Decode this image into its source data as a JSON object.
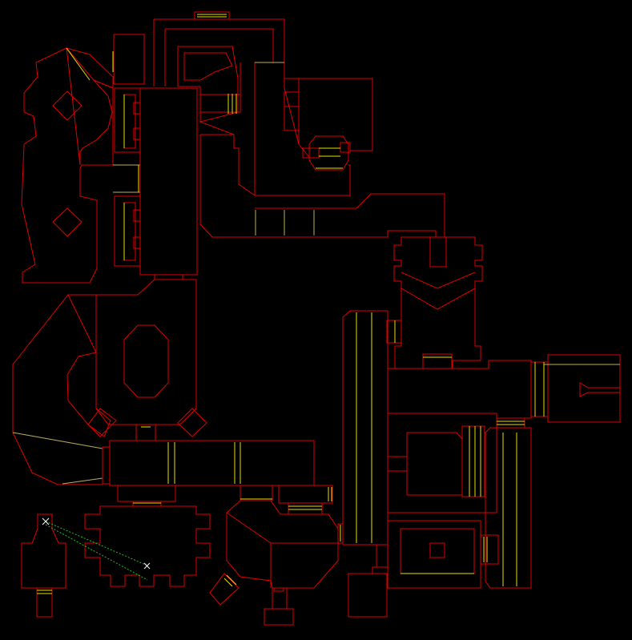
{
  "view": {
    "mode": "automap",
    "background": "#000000",
    "colors": {
      "one_sided_wall": "#e00000",
      "floor_change": "#e8e000",
      "secret_or_grey": "#b8b060",
      "teleport_link": "#20c020",
      "thing_marker": "#ffffff"
    }
  },
  "legend": {
    "markers": [
      "thing-x-marker",
      "thing-x-marker"
    ]
  }
}
